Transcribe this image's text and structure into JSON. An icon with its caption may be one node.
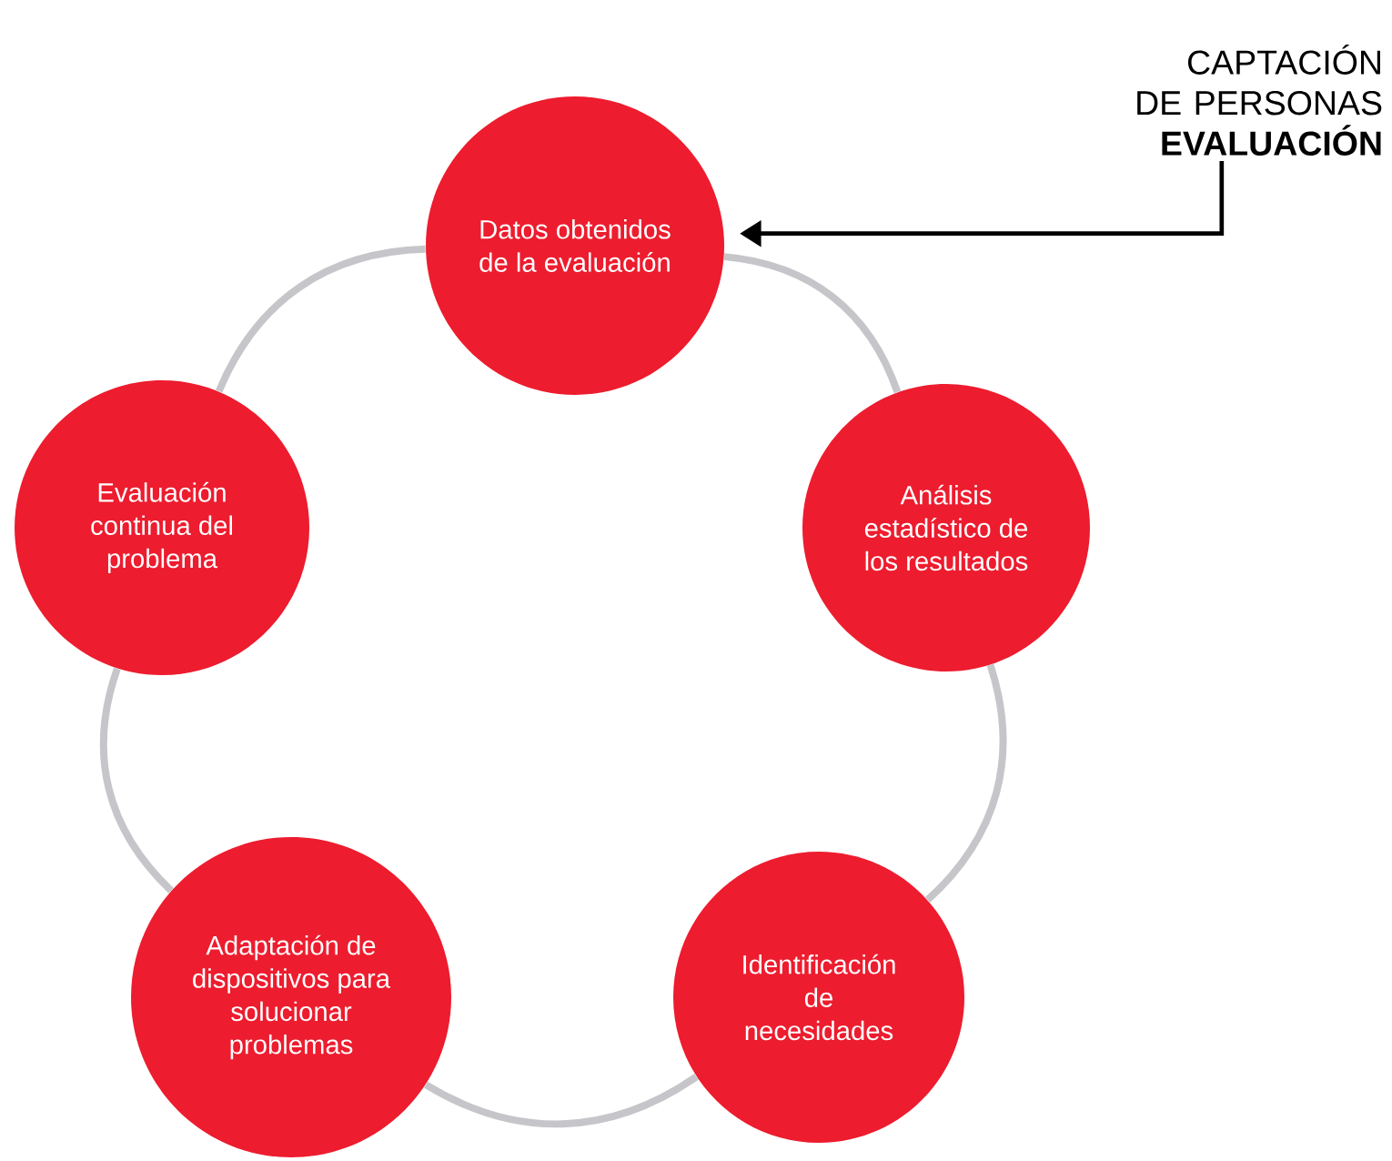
{
  "diagram": {
    "nodes": [
      {
        "text": [
          "Datos obtenidos de la evaluación"
        ]
      },
      {
        "text": [
          "CAPTACIÓN DE PERSONAS **EVALUACIÓN**"
        ]
      },
      {
        "text": [
          "Evaluación continua del problema"
        ]
      },
      {
        "text": [
          "Análisis estadístico de los resultados"
        ]
      },
      {
        "text": [
          "Adaptación de dispositivos para solucionar problemas"
        ]
      },
      {
        "text": [
          "Identificación de necesidades"
        ]
      }
    ],
    "edges": [
      {
        "from": 1,
        "to": 0,
        "arrow": "to",
        "color": "#000000"
      },
      {
        "from": 0,
        "to": 3,
        "arrow": "none"
      },
      {
        "from": 3,
        "to": 5,
        "arrow": "none"
      },
      {
        "from": 5,
        "to": 4,
        "arrow": "none"
      },
      {
        "from": 4,
        "to": 2,
        "arrow": "none"
      },
      {
        "from": 2,
        "to": 0,
        "arrow": "none"
      }
    ]
  }
}
